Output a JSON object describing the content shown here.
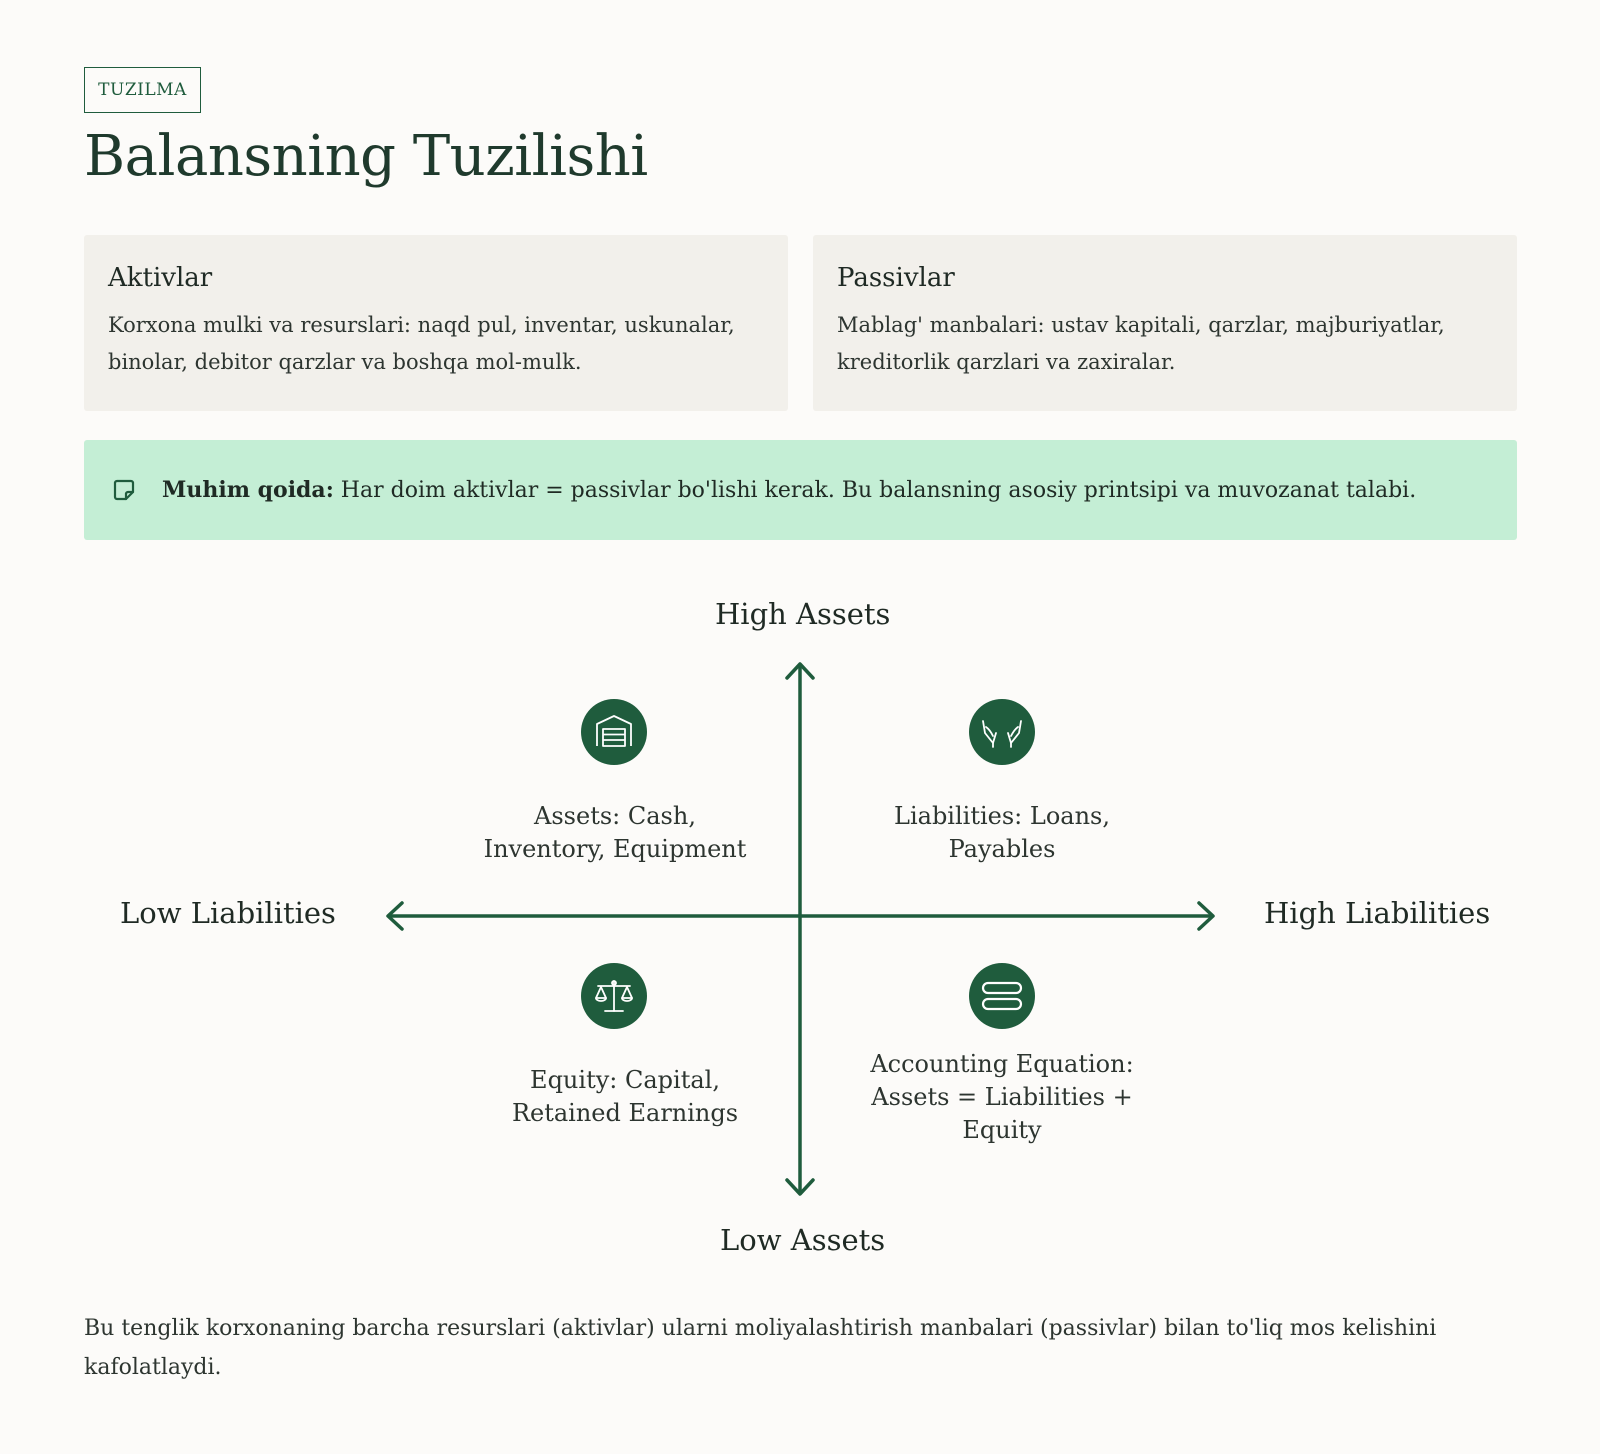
{
  "tag": "TUZILMA",
  "title": "Balansning Tuzilishi",
  "cards": [
    {
      "heading": "Aktivlar",
      "text": "Korxona mulki va resurslari: naqd pul, inventar, uskunalar, binolar, debitor qarzlar va boshqa mol-mulk."
    },
    {
      "heading": "Passivlar",
      "text": "Mablag' manbalari: ustav kapitali, qarzlar, majburiyatlar, kreditorlik qarzlari va zaxiralar."
    }
  ],
  "note": {
    "icon": "sticky-note-icon",
    "bold": "Muhim qoida:",
    "text": " Har doim aktivlar = passivlar bo'lishi kerak. Bu balansning asosiy printsipi va muvozanat talabi."
  },
  "quadrant": {
    "axes": {
      "top": "High Assets",
      "bottom": "Low Assets",
      "left": "Low Liabilities",
      "right": "High Liabilities"
    },
    "items": {
      "top_left": {
        "icon": "warehouse-icon",
        "label_line1": "Assets: Cash,",
        "label_line2": "Inventory, Equipment"
      },
      "top_right": {
        "icon": "hands-icon",
        "label_line1": "Liabilities: Loans,",
        "label_line2": "Payables"
      },
      "bottom_left": {
        "icon": "balance-scale-icon",
        "label_line1": "Equity: Capital,",
        "label_line2": "Retained Earnings"
      },
      "bottom_right": {
        "icon": "equals-icon",
        "label_line1": "Accounting Equation:",
        "label_line2": "Assets = Liabilities +",
        "label_line3": "Equity"
      }
    },
    "colors": {
      "accent": "#1f5c3d",
      "note_bg": "#c4eed5",
      "card_bg": "#f2f0eb"
    }
  },
  "footer": "Bu tenglik korxonaning barcha resurslari (aktivlar) ularni moliyalashtirish manbalari (passivlar) bilan to'liq mos kelishini kafolatlaydi."
}
